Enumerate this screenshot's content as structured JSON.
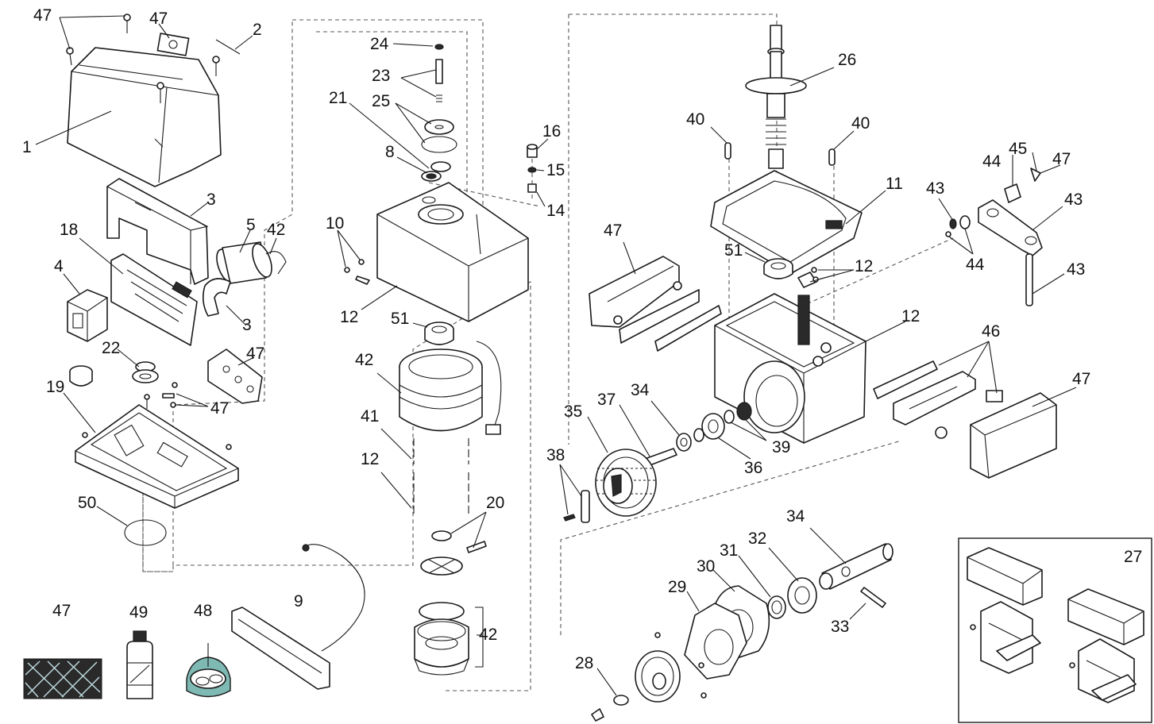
{
  "labels": {
    "l47a": "47",
    "l47b": "47",
    "l2": "2",
    "l1": "1",
    "l3a": "3",
    "l5": "5",
    "l42a": "42",
    "l18": "18",
    "l4": "4",
    "l3b": "3",
    "l22": "22",
    "l47c": "47",
    "l19": "19",
    "l47d": "47",
    "l50": "50",
    "l47e": "47",
    "l49": "49",
    "l48": "48",
    "l9": "9",
    "l24": "24",
    "l23": "23",
    "l21": "21",
    "l25": "25",
    "l8": "8",
    "l10": "10",
    "l12a": "12",
    "l51a": "51",
    "l42b": "42",
    "l41": "41",
    "l12b": "12",
    "l20": "20",
    "l42c": "42",
    "l16": "16",
    "l15": "15",
    "l14": "14",
    "l26": "26",
    "l40a": "40",
    "l40b": "40",
    "l11": "11",
    "l47f": "47",
    "l51b": "51",
    "l12c": "12",
    "l12d": "12",
    "l35": "35",
    "l37": "37",
    "l34a": "34",
    "l36": "36",
    "l39": "39",
    "l38": "38",
    "l44a": "44",
    "l45": "45",
    "l47g": "47",
    "l43a": "43",
    "l43b": "43",
    "l44b": "44",
    "l43c": "43",
    "l46": "46",
    "l47h": "47",
    "l34b": "34",
    "l32": "32",
    "l31": "31",
    "l30": "30",
    "l29": "29",
    "l33": "33",
    "l28": "28",
    "l27": "27"
  },
  "colors": {
    "line": "#1a1a1a",
    "dashed_outline": "#555555",
    "oil_can": "#7fb9b4",
    "background": "#ffffff"
  }
}
